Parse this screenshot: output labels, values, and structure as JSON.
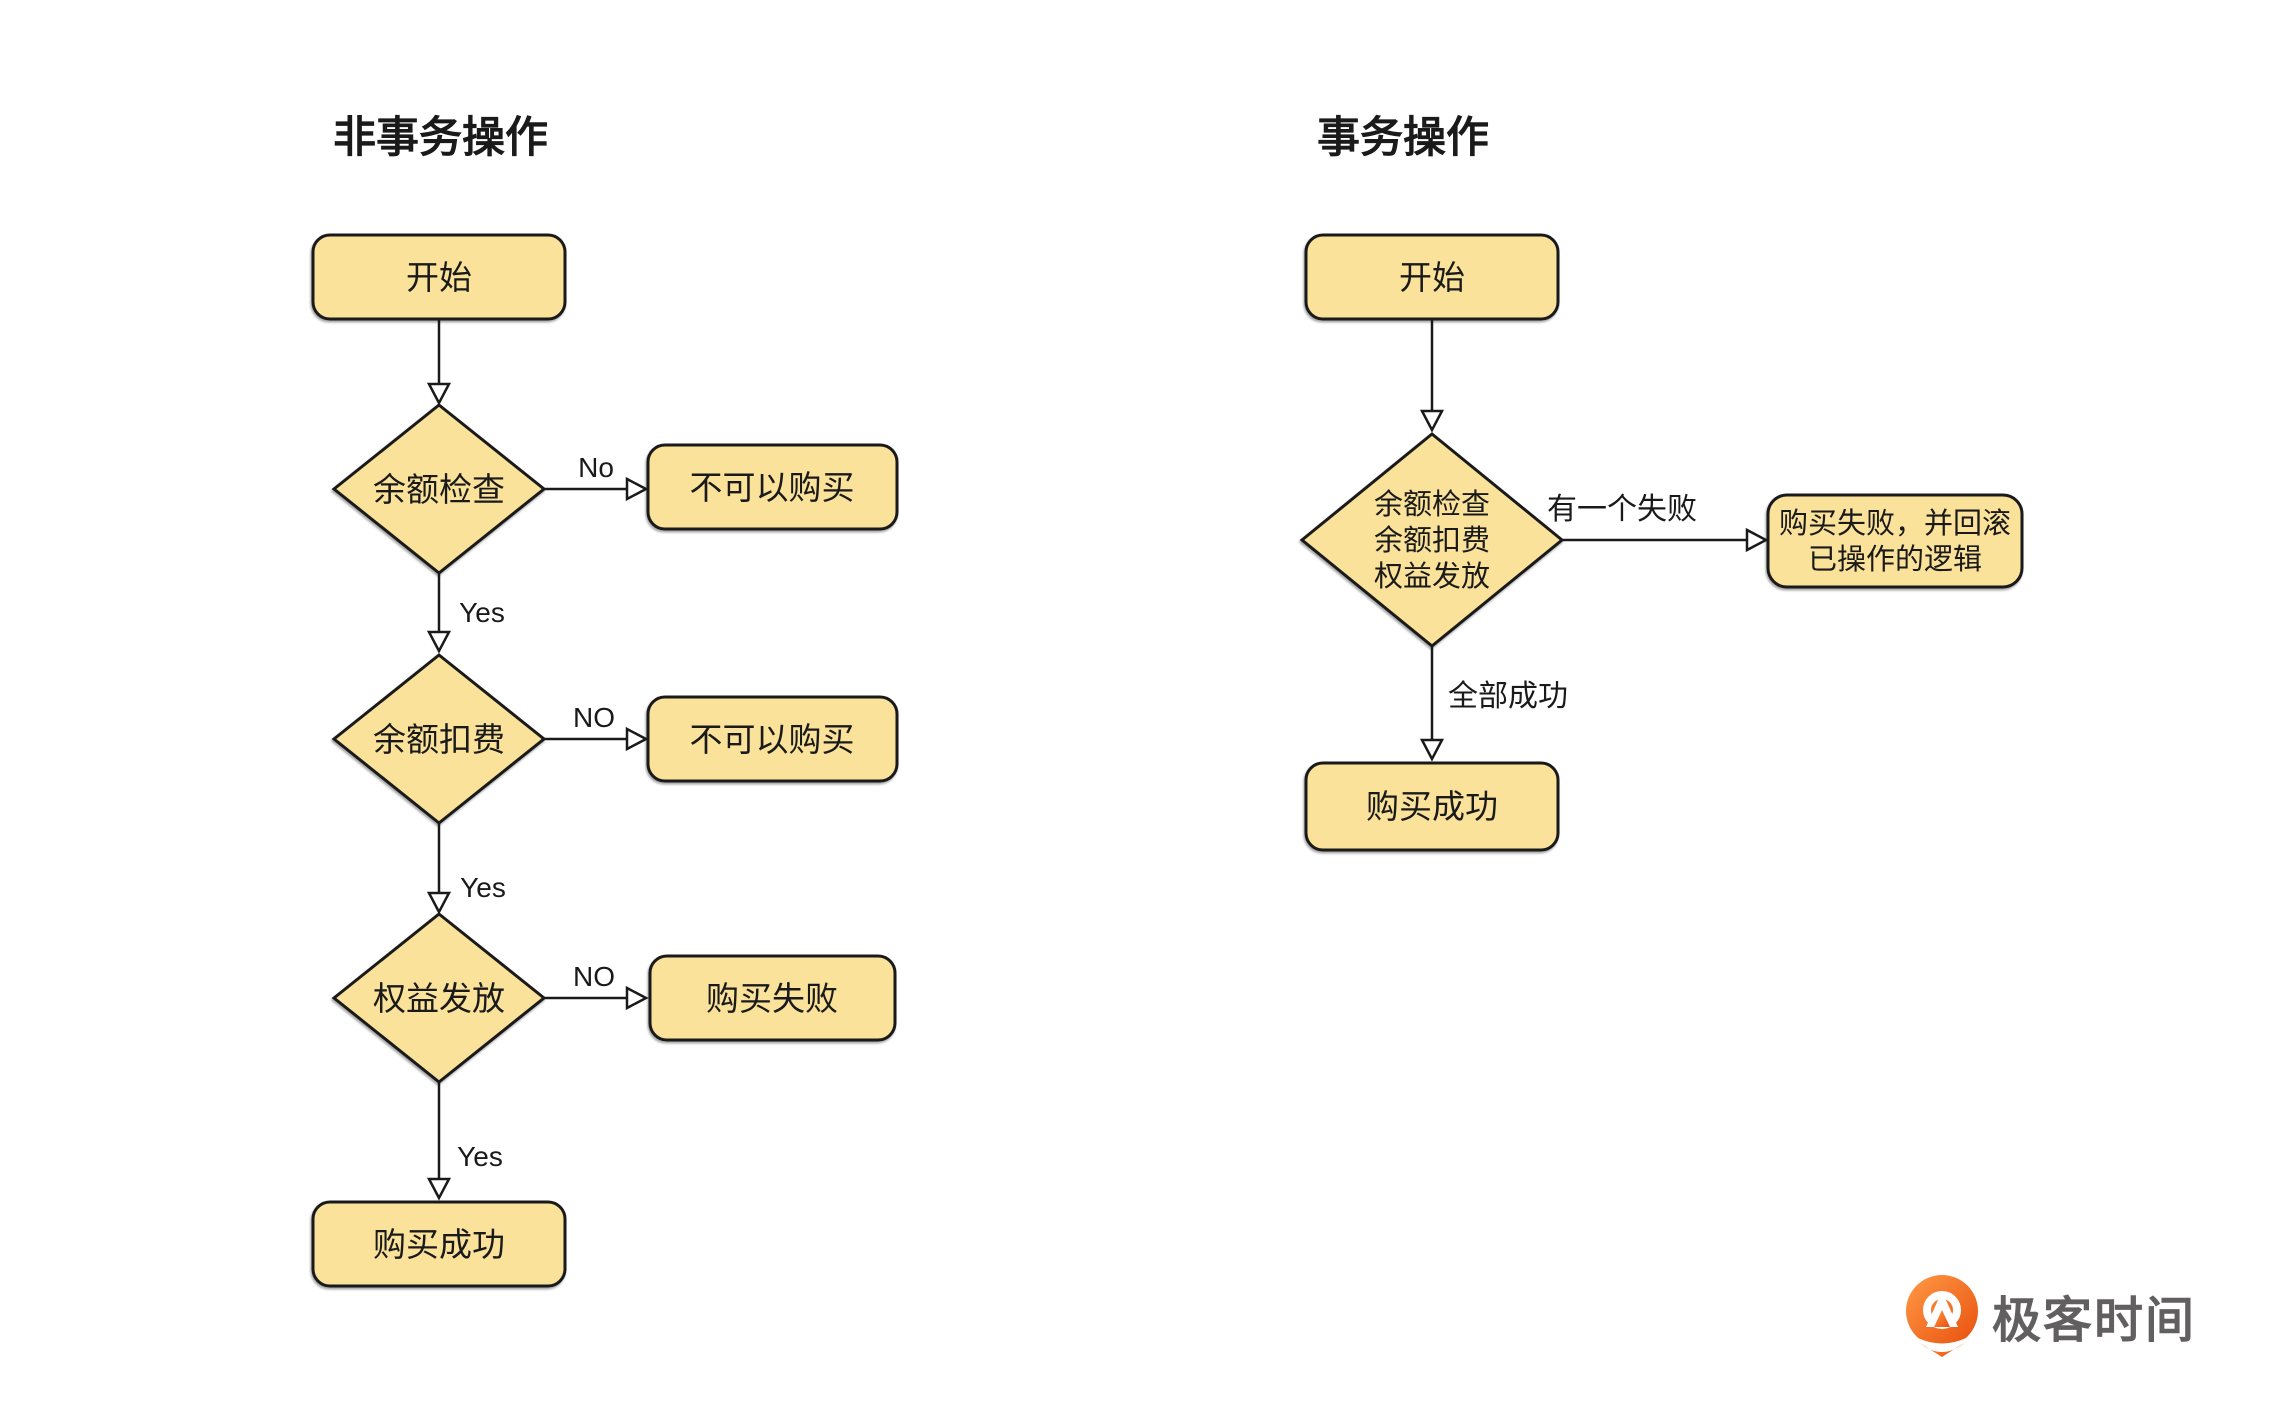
{
  "colors": {
    "background": "#FFFFFF",
    "node_fill": "#FAE29B",
    "node_border": "#1A1A1A",
    "text": "#1A1A1A",
    "logo_orange_start": "#FF9A45",
    "logo_orange_end": "#E84F0E",
    "logo_text": "#615F5F"
  },
  "left_flow": {
    "title": "非事务操作",
    "start": "开始",
    "decisions": [
      {
        "label": "余额检查",
        "no_label": "No",
        "no_target": "不可以购买",
        "yes_label": "Yes"
      },
      {
        "label": "余额扣费",
        "no_label": "NO",
        "no_target": "不可以购买",
        "yes_label": "Yes"
      },
      {
        "label": "权益发放",
        "no_label": "NO",
        "no_target": "购买失败",
        "yes_label": "Yes"
      }
    ],
    "end": "购买成功"
  },
  "right_flow": {
    "title": "事务操作",
    "start": "开始",
    "decision_lines": [
      "余额检查",
      "余额扣费",
      "权益发放"
    ],
    "fail_edge_label": "有一个失败",
    "fail_box_lines": [
      "购买失败，并回滚",
      "已操作的逻辑"
    ],
    "success_edge_label": "全部成功",
    "end": "购买成功"
  },
  "logo": {
    "brand": "极客时间",
    "icon": "geektime-icon"
  }
}
